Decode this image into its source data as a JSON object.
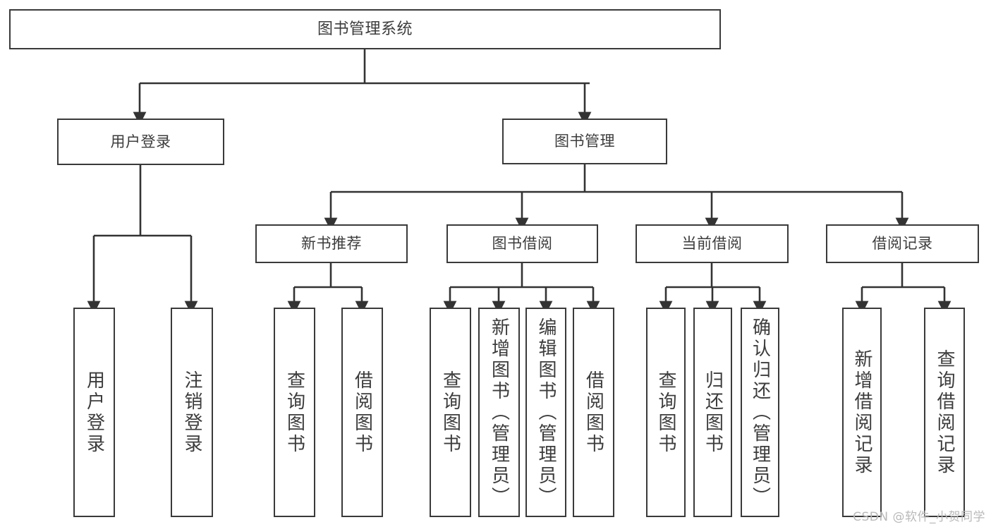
{
  "diagram": {
    "title": "图书管理系统",
    "watermark": "CSDN @软件_小贺同学",
    "colors": {
      "background": "#ffffff",
      "box_border": "#3a3a3a",
      "box_fill": "#ffffff",
      "text": "#3c3c3c",
      "edge": "#333333",
      "watermark": "#b9b9b9"
    },
    "nodes": {
      "root": {
        "label": "图书管理系统"
      },
      "level1": [
        {
          "id": "user-login",
          "label": "用户登录"
        },
        {
          "id": "book-management",
          "label": "图书管理"
        }
      ],
      "level2": [
        {
          "id": "new-book-recommend",
          "label": "新书推荐"
        },
        {
          "id": "book-borrow",
          "label": "图书借阅"
        },
        {
          "id": "current-borrow",
          "label": "当前借阅"
        },
        {
          "id": "borrow-record",
          "label": "借阅记录"
        }
      ],
      "leaves": {
        "user_login": [
          {
            "id": "leaf-user-login",
            "label": "用户登录"
          },
          {
            "id": "leaf-logout-login",
            "label": "注销登录"
          }
        ],
        "new_book_recommend": [
          {
            "id": "leaf-query-book-1",
            "label": "查询图书"
          },
          {
            "id": "leaf-borrow-book-1",
            "label": "借阅图书"
          }
        ],
        "book_borrow": [
          {
            "id": "leaf-query-book-2",
            "label": "查询图书"
          },
          {
            "id": "leaf-add-book",
            "label": "新增图书（管理员）"
          },
          {
            "id": "leaf-edit-book",
            "label": "编辑图书（管理员）"
          },
          {
            "id": "leaf-borrow-book-2",
            "label": "借阅图书"
          }
        ],
        "current_borrow": [
          {
            "id": "leaf-query-book-3",
            "label": "查询图书"
          },
          {
            "id": "leaf-return-book",
            "label": "归还图书"
          },
          {
            "id": "leaf-confirm-return",
            "label": "确认归还（管理员）"
          }
        ],
        "borrow_record": [
          {
            "id": "leaf-add-record",
            "label": "新增借阅记录"
          },
          {
            "id": "leaf-query-record",
            "label": "查询借阅记录"
          }
        ]
      }
    }
  }
}
